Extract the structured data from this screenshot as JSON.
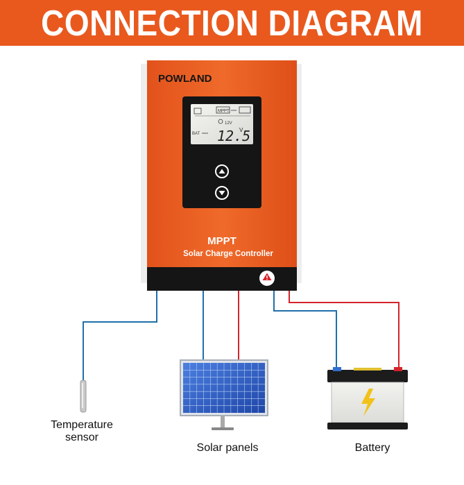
{
  "banner": {
    "title": "CONNECTION DIAGRAM"
  },
  "controller": {
    "brand": "POWLAND",
    "model": "MPPT",
    "description": "Solar Charge Controller",
    "display": {
      "mode_badge": "MPPT",
      "battery_label": "BAT",
      "system_voltage": "12V",
      "reading": "12.5",
      "unit": "V"
    },
    "buttons": [
      "up-button",
      "down-button"
    ]
  },
  "components": {
    "temperature_sensor": "Temperature\nsensor",
    "solar_panels": "Solar panels",
    "battery": "Battery"
  },
  "colors": {
    "brand_orange": "#e9591e",
    "wire_blue": "#1f6fa8",
    "wire_red": "#d6242b",
    "panel_blue": "#2f5fc4"
  }
}
